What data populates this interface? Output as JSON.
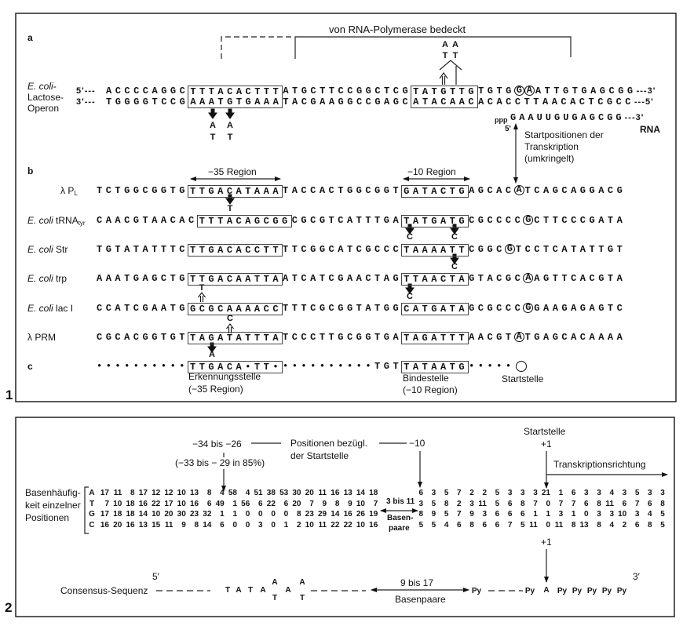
{
  "figure_numbers": {
    "fig1": "1",
    "fig2": "2"
  },
  "panel_a": {
    "label": "a",
    "polymerase_label": "von RNA-Polymerase bedeckt",
    "organism_label": {
      "line1": "E. coli-",
      "line2": "Lactose-",
      "line3": "Operon"
    },
    "top_strand": {
      "start": "5'---",
      "end": "---3'",
      "segments": [
        {
          "t": "ACCCCAGGC",
          "k": "plain"
        },
        {
          "t": "TTTACACTTT",
          "k": "box"
        },
        {
          "t": "ATGCTTCCGGCTCG",
          "k": "plain"
        },
        {
          "t": "TATGTTG",
          "k": "box"
        },
        {
          "t": "TGTG",
          "k": "plain"
        },
        {
          "t": "G",
          "k": "circle"
        },
        {
          "t": "A",
          "k": "circle"
        },
        {
          "t": "ATTGTGAGCGG",
          "k": "plain"
        }
      ]
    },
    "bottom_strand": {
      "start": "3'---",
      "end": "---5'",
      "segments": [
        {
          "t": "TGGGGTCCG",
          "k": "plain"
        },
        {
          "t": "AAATGTGAAA",
          "k": "box"
        },
        {
          "t": "TACGAAGGCCGAGC",
          "k": "plain"
        },
        {
          "t": "ATACAAC",
          "k": "box"
        },
        {
          "t": "ACACCTTAACACTCGCC",
          "k": "plain"
        }
      ]
    },
    "mutations_below": [
      {
        "top": "A",
        "bottom": "T",
        "arrow": "filled-down"
      },
      {
        "top": "A",
        "bottom": "T",
        "arrow": "filled-down"
      }
    ],
    "mutations_above": [
      {
        "top": "A",
        "bottom": "T",
        "arrow": "hollow-up"
      },
      {
        "top": "A",
        "bottom": "T",
        "arrow": "hollow-up"
      }
    ],
    "rna": {
      "prefix": "ppp",
      "sequence": "GAAUUGUGAGCGG",
      "end": "---3'",
      "five_prime": "5'",
      "label": "RNA"
    },
    "start_note": {
      "line1": "Startpositionen der",
      "line2": "Transkription",
      "line3": "(umkringelt)"
    }
  },
  "panel_b": {
    "label": "b",
    "region35": "−35  Region",
    "region10": "−10  Region",
    "rows": [
      {
        "label": {
          "italic": "",
          "plain": "λ P",
          "sub": "L"
        },
        "segments": [
          {
            "t": "TCTGGCGGTG",
            "k": "plain"
          },
          {
            "t": "TTGACATAAA",
            "k": "box"
          },
          {
            "t": "TACCACTGGCGGT",
            "k": "plain"
          },
          {
            "t": "GATACTG",
            "k": "box"
          },
          {
            "t": "AGCAC",
            "k": "plain"
          },
          {
            "t": "A",
            "k": "circle"
          },
          {
            "t": "TCAGCAGGACG",
            "k": "plain"
          }
        ],
        "mutations": [
          {
            "base": "T",
            "arrow": "filled-down"
          }
        ]
      },
      {
        "label": {
          "italic": "E. coli",
          "plain": " tRNA",
          "sub": "tyr"
        },
        "segments": [
          {
            "t": "CAACGTAACAC",
            "k": "plain"
          },
          {
            "t": "TTTACAGCGG",
            "k": "box"
          },
          {
            "t": "CGCGTCATTTGA",
            "k": "plain"
          },
          {
            "t": "TATGATG",
            "k": "box"
          },
          {
            "t": "CGCCCC",
            "k": "plain"
          },
          {
            "t": "G",
            "k": "circle"
          },
          {
            "t": "CTTCCCGATA",
            "k": "plain"
          }
        ],
        "mutations": [
          {
            "base": "C",
            "arrow": "filled-down"
          },
          {
            "base": "C",
            "arrow": "filled-down"
          }
        ]
      },
      {
        "label": {
          "italic": "E. coli",
          "plain": " Str",
          "sub": ""
        },
        "segments": [
          {
            "t": "TGTATATTTC",
            "k": "plain"
          },
          {
            "t": "TTGACACCTT",
            "k": "box"
          },
          {
            "t": "TTCGGCATCGCCC",
            "k": "plain"
          },
          {
            "t": "TAAAATT",
            "k": "box"
          },
          {
            "t": "CGGC",
            "k": "plain"
          },
          {
            "t": "G",
            "k": "circle"
          },
          {
            "t": "TCCTCATATTGT",
            "k": "plain"
          }
        ],
        "mutations": [
          {
            "base": "C",
            "arrow": "filled-down"
          }
        ]
      },
      {
        "label": {
          "italic": "E. coli",
          "plain": " trp",
          "sub": ""
        },
        "segments": [
          {
            "t": "AAATGAGCTG",
            "k": "plain"
          },
          {
            "t": "TTGACAATTA",
            "k": "box"
          },
          {
            "t": "ATCATCGAACTAG",
            "k": "plain"
          },
          {
            "t": "TTAACTA",
            "k": "box"
          },
          {
            "t": "GTACGC",
            "k": "plain"
          },
          {
            "t": "A",
            "k": "circle"
          },
          {
            "t": "AGTTCACGTA",
            "k": "plain"
          }
        ],
        "mutations": [
          {
            "base": "T",
            "arrow": "hollow-up"
          },
          {
            "base": "C",
            "arrow": "filled-down"
          }
        ]
      },
      {
        "label": {
          "italic": "E. coli",
          "plain": " lac I",
          "sub": ""
        },
        "segments": [
          {
            "t": "CCATCGAATG",
            "k": "plain"
          },
          {
            "t": "GCGCAAAACC",
            "k": "box"
          },
          {
            "t": "TTTCGCGGTATGG",
            "k": "plain"
          },
          {
            "t": "CATGATA",
            "k": "box"
          },
          {
            "t": "GCGCCC",
            "k": "plain"
          },
          {
            "t": "G",
            "k": "circle"
          },
          {
            "t": "GAAGAGAGTC",
            "k": "plain"
          }
        ],
        "mutations": [
          {
            "base": "C",
            "arrow": "hollow-up"
          }
        ]
      },
      {
        "label": {
          "italic": "",
          "plain": "λ PRM",
          "sub": ""
        },
        "segments": [
          {
            "t": "CGCACGGTGT",
            "k": "plain"
          },
          {
            "t": "TAGATATTTA",
            "k": "box"
          },
          {
            "t": "TCCCTTGCGGTGA",
            "k": "plain"
          },
          {
            "t": "TAGATTT",
            "k": "box"
          },
          {
            "t": "AACGT",
            "k": "plain"
          },
          {
            "t": "A",
            "k": "circle"
          },
          {
            "t": "TGAGCACAAAA",
            "k": "plain"
          }
        ],
        "mutations": [
          {
            "base": "A",
            "arrow": "filled-down"
          }
        ]
      }
    ]
  },
  "panel_c": {
    "label": "c",
    "segments": [
      {
        "t": "••••••••••",
        "k": "plain"
      },
      {
        "t": "TTGACA•TT•",
        "k": "box"
      },
      {
        "t": "••••••••••TGT",
        "k": "plain"
      },
      {
        "t": "TATAATG",
        "k": "box"
      },
      {
        "t": "•••••",
        "k": "plain"
      }
    ],
    "recognition_site": {
      "line1": "Erkennungsstelle",
      "line2": "(−35 Region)"
    },
    "binding_site": {
      "line1": "Bindestelle",
      "line2": "(−10 Region)"
    },
    "start_site": "Startstelle"
  },
  "panel_2": {
    "range35": "−34 bis −26",
    "range35_85": "(−33 bis − 29 in 85%)",
    "positions_label": {
      "line1": "Positionen bezügl.",
      "line2": "der Startstelle"
    },
    "minus10": "−10",
    "start_site": "Startstelle",
    "plus1": "+1",
    "direction": "Transkriptionsrichtung",
    "frequency_label": {
      "line1": "Basenhäufig-",
      "line2": "keit einzelner",
      "line3": "Positionen"
    },
    "spacer": {
      "line1": "3 bis 11",
      "line2": "Basen-",
      "line3": "paare"
    },
    "table": {
      "bases": [
        "A",
        "T",
        "G",
        "C"
      ],
      "left": [
        [
          17,
          11,
          8,
          17,
          12,
          12,
          10,
          13,
          8,
          4,
          58,
          4,
          51,
          38,
          53,
          30,
          20,
          11,
          16,
          13,
          14,
          18
        ],
        [
          7,
          10,
          18,
          16,
          22,
          17,
          10,
          16,
          6,
          49,
          1,
          56,
          6,
          22,
          6,
          20,
          7,
          9,
          8,
          9,
          10,
          7
        ],
        [
          17,
          18,
          18,
          14,
          10,
          20,
          30,
          23,
          32,
          1,
          1,
          0,
          0,
          0,
          0,
          8,
          23,
          29,
          14,
          16,
          26,
          19
        ],
        [
          16,
          20,
          16,
          13,
          15,
          11,
          9,
          8,
          14,
          6,
          0,
          0,
          3,
          0,
          1,
          2,
          10,
          11,
          22,
          22,
          10,
          16
        ]
      ],
      "right": [
        [
          6,
          3,
          5,
          7,
          2,
          2,
          5,
          3,
          3,
          3,
          21,
          1,
          6,
          3,
          3,
          4,
          3,
          5,
          3,
          3
        ],
        [
          3,
          5,
          8,
          2,
          3,
          11,
          5,
          6,
          8,
          7,
          0,
          7,
          7,
          6,
          8,
          11,
          6,
          7,
          6,
          8
        ],
        [
          8,
          9,
          5,
          7,
          9,
          3,
          6,
          6,
          6,
          1,
          1,
          3,
          1,
          0,
          3,
          3,
          10,
          3,
          4,
          5
        ],
        [
          5,
          5,
          4,
          6,
          8,
          6,
          6,
          7,
          5,
          11,
          0,
          11,
          8,
          13,
          8,
          4,
          2,
          6,
          8,
          5
        ]
      ]
    },
    "consensus": {
      "label": "Consensus-Sequenz",
      "five_prime": "5′",
      "three_prime": "3′",
      "core": [
        "T",
        "A",
        "T",
        "A"
      ],
      "variable1": {
        "top": "A",
        "bottom": "T"
      },
      "fixed": "A",
      "variable2": {
        "top": "A",
        "bottom": "T"
      },
      "spacer": {
        "line1": "9 bis 17",
        "line2": "Basenpaare"
      },
      "plus1": "+1",
      "py_before": [
        "Py",
        "Py"
      ],
      "start_base": "A",
      "py_after": [
        "Py",
        "Py",
        "Py",
        "Py",
        "Py"
      ]
    }
  }
}
